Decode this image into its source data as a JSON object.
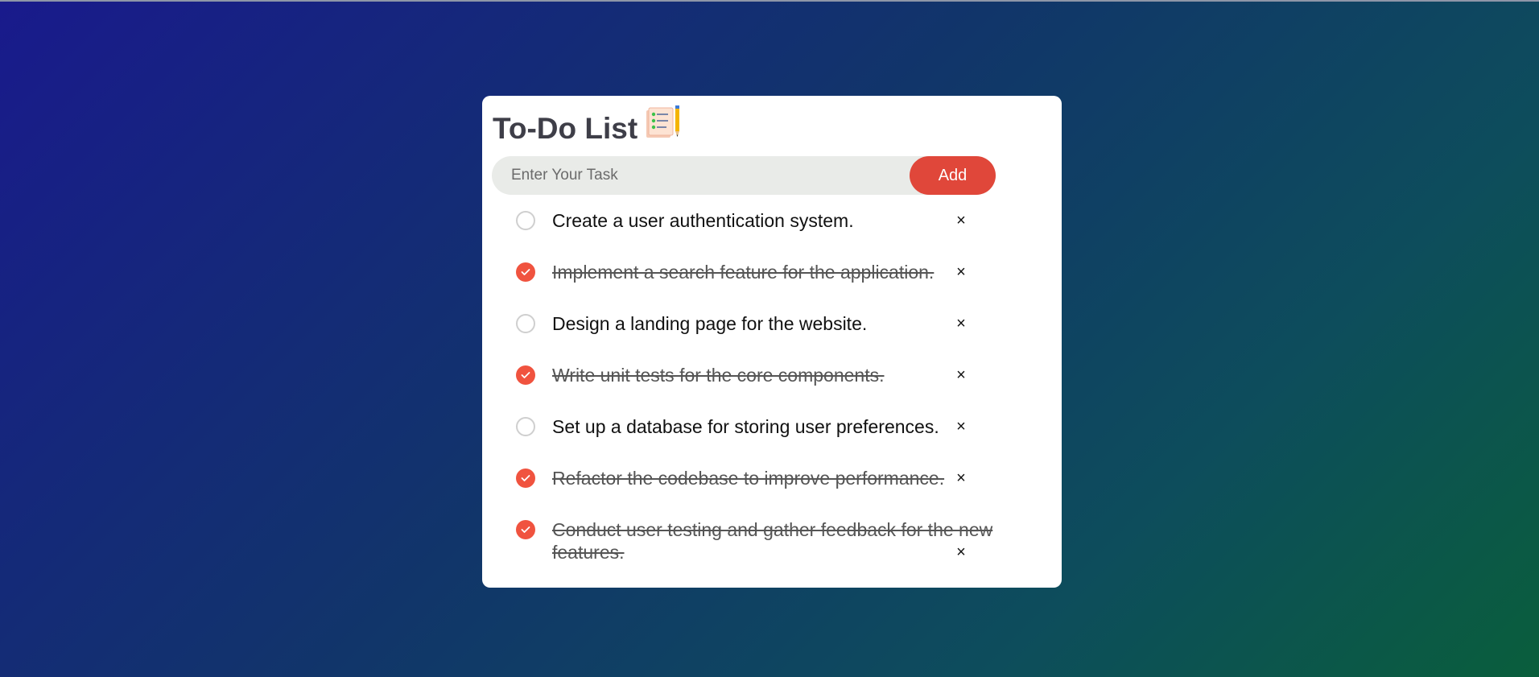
{
  "app": {
    "title": "To-Do List",
    "title_icon": "checklist-pencil-icon"
  },
  "input": {
    "placeholder": "Enter Your Task",
    "value": "",
    "add_label": "Add"
  },
  "colors": {
    "accent": "#e0473a",
    "check_done": "#f0533f",
    "card": "#ffffff",
    "input_bg": "#e9ebe8"
  },
  "tasks": [
    {
      "text": "Create a user authentication system.",
      "done": false,
      "remove_label": "×"
    },
    {
      "text": "Implement a search feature for the application.",
      "done": true,
      "remove_label": "×"
    },
    {
      "text": "Design a landing page for the website.",
      "done": false,
      "remove_label": "×"
    },
    {
      "text": "Write unit tests for the core components.",
      "done": true,
      "remove_label": "×"
    },
    {
      "text": "Set up a database for storing user preferences.",
      "done": false,
      "remove_label": "×"
    },
    {
      "text": "Refactor the codebase to improve performance.",
      "done": true,
      "remove_label": "×"
    },
    {
      "text": "Conduct user testing and gather feedback for the new features.",
      "done": true,
      "remove_label": "×"
    }
  ]
}
